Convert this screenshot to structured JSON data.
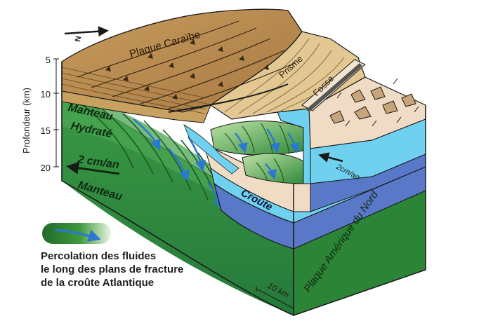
{
  "depth_axis": {
    "label": "Profondeur (km)",
    "ticks": [
      "5",
      "10",
      "15",
      "20"
    ]
  },
  "north_arrow": {
    "label": "N"
  },
  "labels": {
    "plaque_caraibe": "Plaque Caraïbe",
    "prisme": "Prisme",
    "fosse": "Fosse",
    "manteau_hydrate_1": "Manteau",
    "manteau_hydrate_2": "Hydraté",
    "rate_left": "2 cm/an",
    "manteau": "Manteau",
    "croute": "Croûte",
    "rate_right": "2cm/an",
    "plaque_amerique": "Plaque Amérique du Nord",
    "scale": "10 km"
  },
  "legend": {
    "lines": [
      "Percolation des fluides",
      "le long des plans de fracture",
      "de la croûte Atlantique"
    ]
  },
  "colors": {
    "mantle_green": "#2f8a3a",
    "mantle_dark": "#1e6b2a",
    "caribbean_brown": "#b88a52",
    "prism_tan": "#e3c893",
    "crust_blue": "#5a78c8",
    "water_blue": "#6fd0ef",
    "trench_beige": "#f0dcc4",
    "arrow_blue": "#2a78d0"
  }
}
